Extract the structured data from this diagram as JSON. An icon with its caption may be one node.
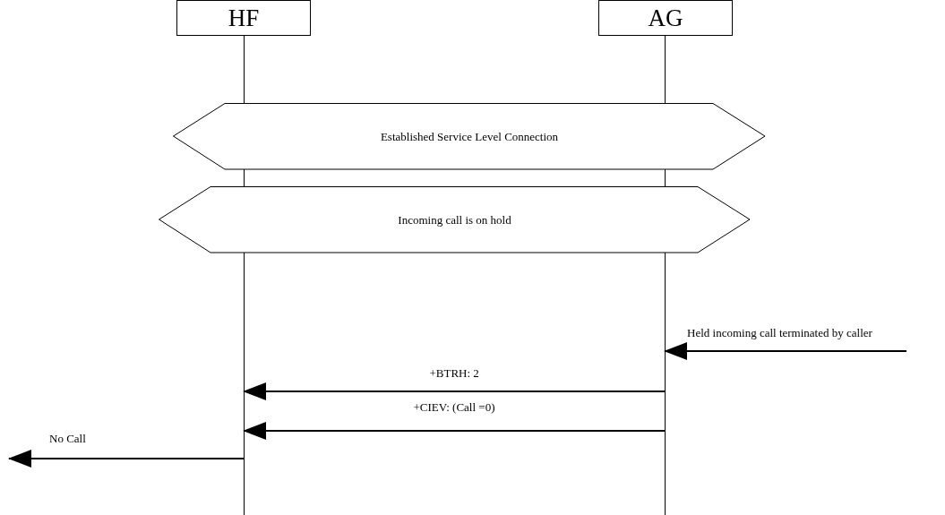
{
  "diagram": {
    "nodes": [
      {
        "text": [
          "HF"
        ]
      },
      {
        "text": [
          "AG"
        ]
      },
      {
        "text": [
          "Established Service Level Connection"
        ]
      },
      {
        "text": [
          "Incoming call is on hold"
        ]
      }
    ],
    "edges": [
      {
        "from": null,
        "to": 1,
        "arrow": "to",
        "label": "Held incoming call terminated by caller"
      },
      {
        "from": 1,
        "to": 0,
        "arrow": "to",
        "label": "+BTRH: 2"
      },
      {
        "from": 1,
        "to": 0,
        "arrow": "to",
        "label": "+CIEV: (Call =0)"
      },
      {
        "from": 0,
        "to": null,
        "arrow": "to",
        "label": "No Call"
      }
    ]
  }
}
